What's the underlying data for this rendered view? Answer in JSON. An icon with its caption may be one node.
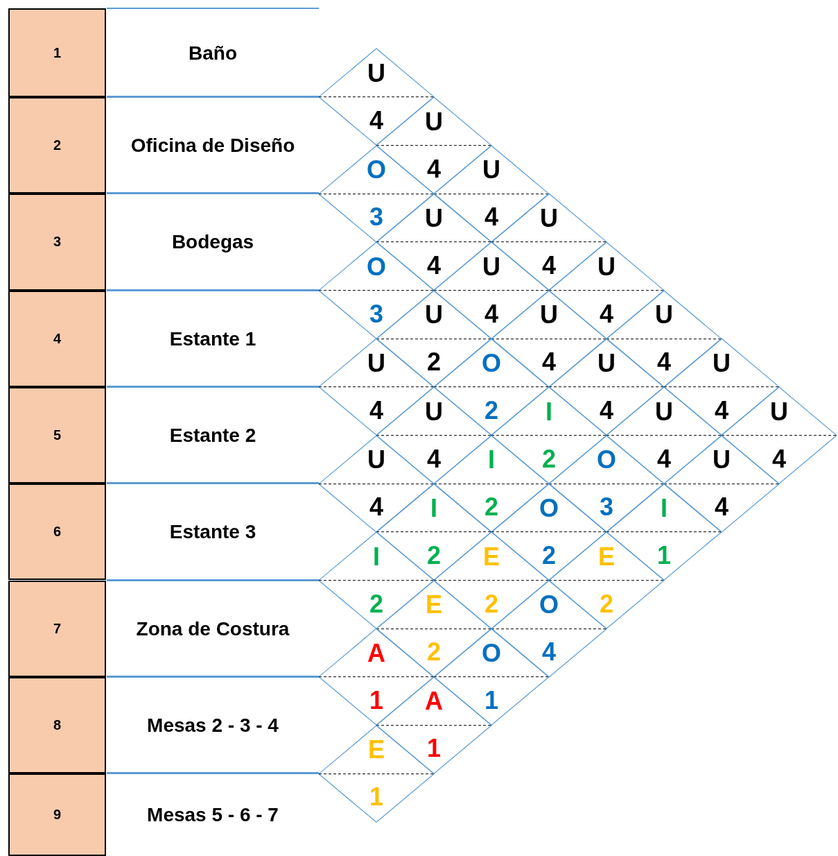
{
  "diagram": {
    "nodes": [
      {
        "text": [
          "1"
        ]
      },
      {
        "text": [
          "Baño"
        ]
      },
      {
        "text": [
          "2"
        ]
      },
      {
        "text": [
          "Oficina de Diseño"
        ]
      },
      {
        "text": [
          "3"
        ]
      },
      {
        "text": [
          "Bodegas"
        ]
      },
      {
        "text": [
          "4"
        ]
      },
      {
        "text": [
          "Estante 1"
        ]
      },
      {
        "text": [
          "5"
        ]
      },
      {
        "text": [
          "Estante 2"
        ]
      },
      {
        "text": [
          "6"
        ]
      },
      {
        "text": [
          "Estante 3"
        ]
      },
      {
        "text": [
          "7"
        ]
      },
      {
        "text": [
          "Zona de Costura"
        ]
      },
      {
        "text": [
          "8"
        ]
      },
      {
        "text": [
          "Mesas 2 - 3 - 4"
        ]
      },
      {
        "text": [
          "9"
        ]
      },
      {
        "text": [
          "Mesas 5 - 6 - 7"
        ]
      },
      {
        "text": [
          "U",
          "4"
        ]
      },
      {
        "text": [
          "U",
          "4"
        ]
      },
      {
        "text": [
          "O",
          "3"
        ]
      },
      {
        "text": [
          "U",
          "4"
        ]
      },
      {
        "text": [
          "U",
          "4"
        ]
      },
      {
        "text": [
          "U",
          "4"
        ]
      },
      {
        "text": [
          "O",
          "3"
        ]
      },
      {
        "text": [
          "U",
          "4"
        ]
      },
      {
        "text": [
          "U",
          "4"
        ]
      },
      {
        "text": [
          "U",
          "2"
        ]
      },
      {
        "text": [
          "U",
          "4"
        ]
      },
      {
        "text": [
          "U",
          "4"
        ]
      },
      {
        "text": [
          "U",
          "4"
        ]
      },
      {
        "text": [
          "O",
          "2"
        ]
      },
      {
        "text": [
          "U",
          "4"
        ]
      },
      {
        "text": [
          "U",
          "4"
        ]
      },
      {
        "text": [
          "U",
          "4"
        ]
      },
      {
        "text": [
          "I",
          "2"
        ]
      },
      {
        "text": [
          "U",
          "4"
        ]
      },
      {
        "text": [
          "U",
          "4"
        ]
      },
      {
        "text": [
          "U",
          "4"
        ]
      },
      {
        "text": [
          "I",
          "2"
        ]
      },
      {
        "text": [
          "O",
          "3"
        ]
      },
      {
        "text": [
          "U",
          "4"
        ]
      },
      {
        "text": [
          "I",
          "2"
        ]
      },
      {
        "text": [
          "O",
          "2"
        ]
      },
      {
        "text": [
          "I",
          "1"
        ]
      },
      {
        "text": [
          "I",
          "2"
        ]
      },
      {
        "text": [
          "E",
          "2"
        ]
      },
      {
        "text": [
          "E",
          "2"
        ]
      },
      {
        "text": [
          "E",
          "2"
        ]
      },
      {
        "text": [
          "O",
          "4"
        ]
      },
      {
        "text": [
          "A",
          "1"
        ]
      },
      {
        "text": [
          "O",
          "1"
        ]
      },
      {
        "text": [
          "A",
          "1"
        ]
      },
      {
        "text": [
          "E",
          "1"
        ]
      }
    ]
  }
}
